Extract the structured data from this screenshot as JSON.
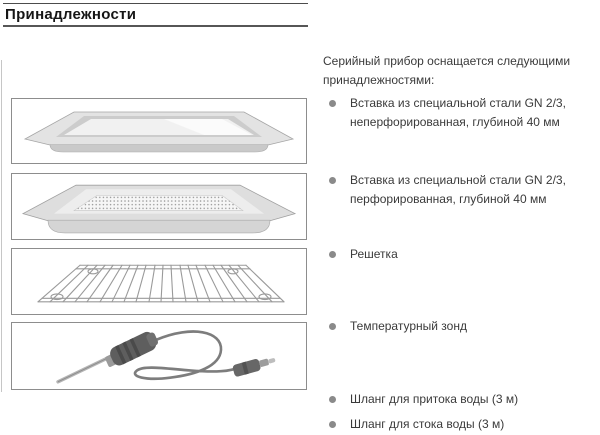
{
  "page": {
    "title": "Принадлежности"
  },
  "right_column": {
    "intro": "Серийный прибор оснащается следующими принадлежностями:",
    "items": [
      {
        "label": "Вставка из специальной стали GN 2/3, неперфорированная, глубиной 40 мм"
      },
      {
        "label": "Вставка из специальной стали GN 2/3, перфорированная, глубиной 40 мм"
      },
      {
        "label": "Решетка"
      },
      {
        "label": "Температурный зонд"
      },
      {
        "label": "Шланг для притока воды (3 м)"
      },
      {
        "label": "Шланг для стока воды (3 м)"
      }
    ]
  },
  "figures": [
    {
      "name": "tray-unperforated"
    },
    {
      "name": "tray-perforated"
    },
    {
      "name": "wire-rack"
    },
    {
      "name": "temperature-probe"
    }
  ],
  "colors": {
    "text": "#3a3a3a",
    "bullet": "#8a8a8a",
    "rule": "#4c4c4c",
    "figure_border": "#8d8d8d"
  }
}
